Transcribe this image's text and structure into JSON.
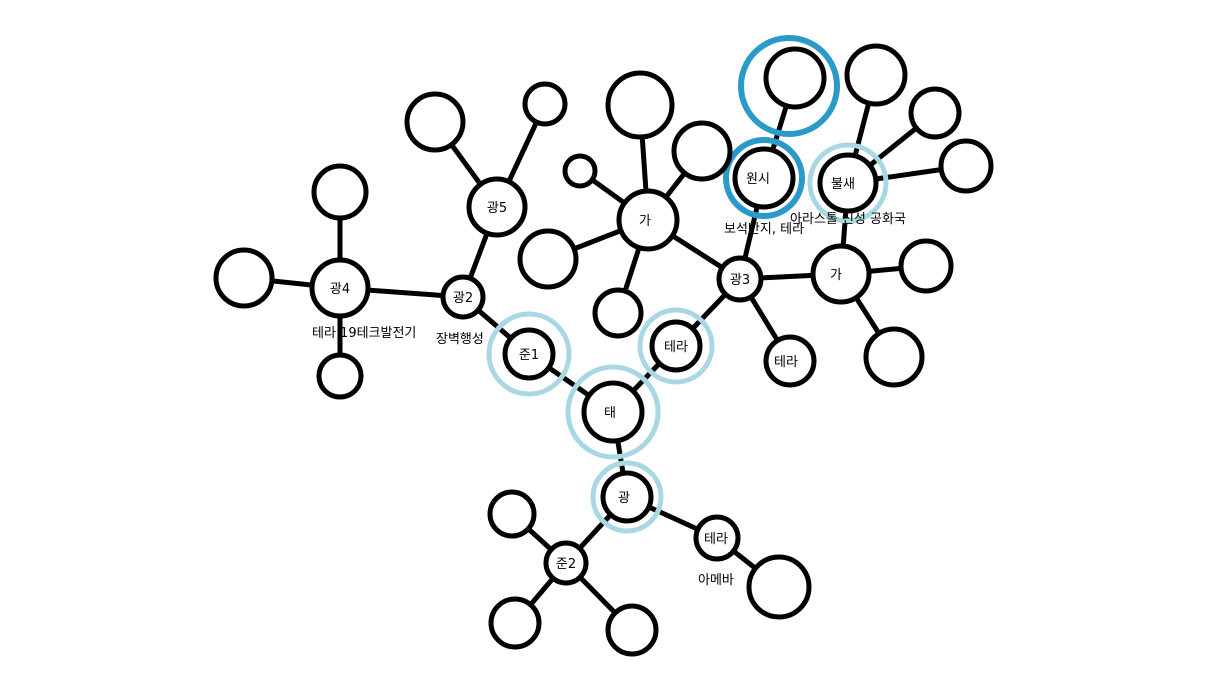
{
  "nodes": {
    "gwang4": "광4",
    "gwang2": "광2",
    "gwang5": "광5",
    "jun1": "준1",
    "ga_center": "가",
    "gwang3": "광3",
    "wonsi": "원시",
    "bulsae": "불새",
    "ga_right": "가",
    "tera_upper": "테라",
    "tera_lower": "테라",
    "tae": "태",
    "gwang": "광",
    "tera_bottom": "테라",
    "jun2": "준2"
  },
  "annotations": {
    "gwang4_note": "테라 19테크발전기",
    "gwang2_note": "장벽행성",
    "wonsi_note": "보석반지, 테라",
    "bulsae_note": "아라스톨 신성 공화국",
    "tera_bottom_note": "아메바"
  },
  "colors": {
    "highlight_light": "#a8d8e3",
    "highlight_dark": "#2a9ac8",
    "line": "#000000"
  }
}
